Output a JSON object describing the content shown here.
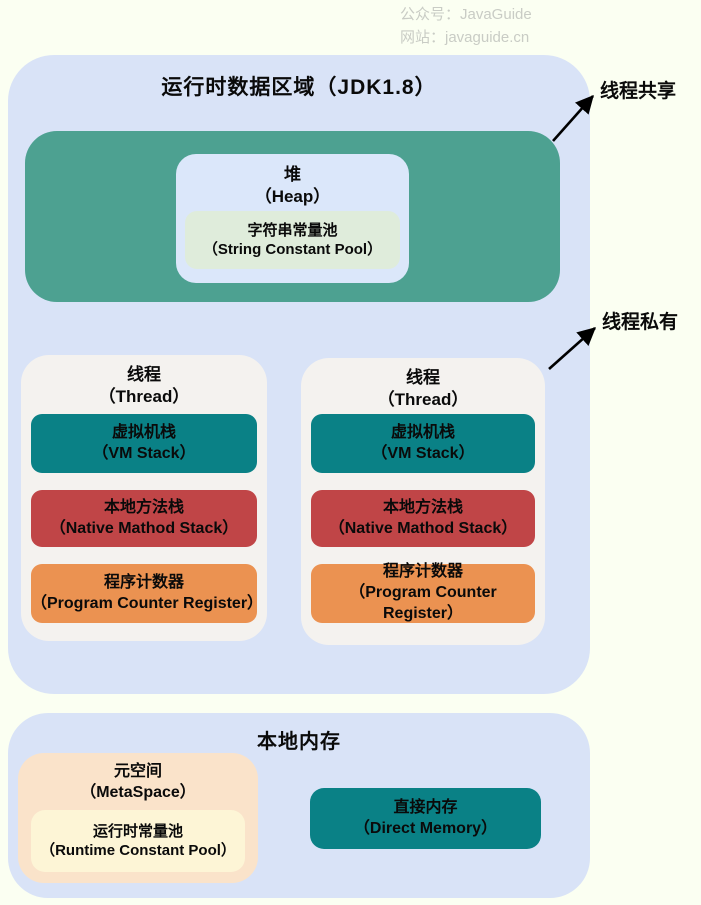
{
  "watermark": {
    "line1": "公众号：JavaGuide",
    "line2": "网站：javaguide.cn"
  },
  "runtime_area": {
    "title": "运行时数据区域（JDK1.8）",
    "heap": {
      "zh": "堆",
      "en": "（Heap）",
      "string_pool": {
        "zh": "字符串常量池",
        "en": "（String Constant Pool）"
      }
    },
    "threads": [
      {
        "title_zh": "线程",
        "title_en": "（Thread）",
        "vm_stack_zh": "虚拟机栈",
        "vm_stack_en": "（VM Stack）",
        "native_stack_zh": "本地方法栈",
        "native_stack_en": "（Native Mathod Stack）",
        "pc_register_zh": "程序计数器",
        "pc_register_en": "（Program Counter Register）"
      },
      {
        "title_zh": "线程",
        "title_en": "（Thread）",
        "vm_stack_zh": "虚拟机栈",
        "vm_stack_en": "（VM Stack）",
        "native_stack_zh": "本地方法栈",
        "native_stack_en": "（Native Mathod Stack）",
        "pc_register_zh": "程序计数器",
        "pc_register_en": "（Program Counter Register）"
      }
    ]
  },
  "annotations": {
    "thread_shared": "线程共享",
    "thread_private": "线程私有"
  },
  "native_memory": {
    "title": "本地内存",
    "metaspace_zh": "元空间",
    "metaspace_en": "（MetaSpace）",
    "runtime_pool_zh": "运行时常量池",
    "runtime_pool_en": "（Runtime Constant Pool）",
    "direct_zh": "直接内存",
    "direct_en": "（Direct Memory）"
  },
  "colors": {
    "page_bg": "#FBFFF2",
    "container_blue": "#D9E3F7",
    "heap_teal": "#4DA191",
    "heap_inner_blue": "#DBE7FA",
    "string_pool_green": "#DFECDB",
    "thread_bg": "#F4F2EF",
    "dark_teal": "#0A8186",
    "native_stack_red": "#C04547",
    "pc_register_orange": "#EB9251",
    "metaspace_peach": "#FAE3CA",
    "runtime_pool_yellow": "#FDF5D6",
    "watermark_gray": "#C9CCC5",
    "arrow": "#000000"
  }
}
